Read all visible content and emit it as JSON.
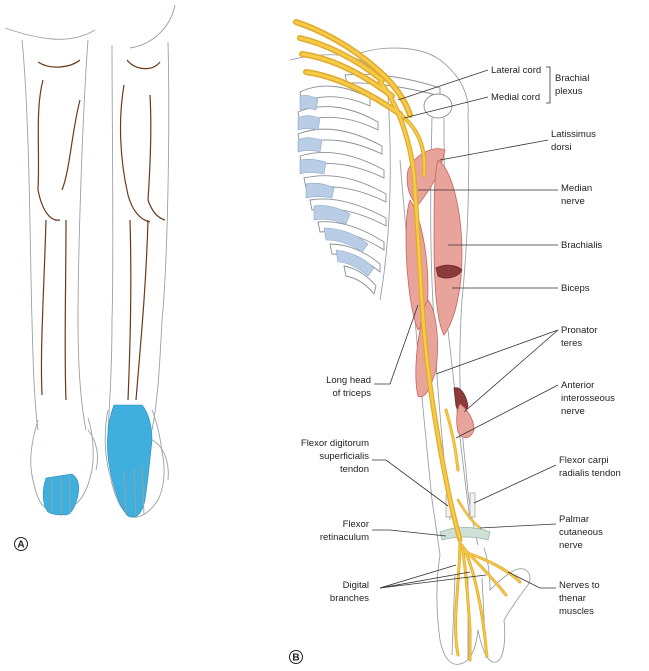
{
  "panels": {
    "a": "A",
    "b": "B"
  },
  "labels": {
    "lateral_cord": "Lateral cord",
    "medial_cord": "Medial cord",
    "brachial_plexus_1": "Brachial",
    "brachial_plexus_2": "plexus",
    "latissimus_1": "Latissimus",
    "latissimus_2": "dorsi",
    "median_1": "Median",
    "median_2": "nerve",
    "brachialis": "Brachialis",
    "biceps": "Biceps",
    "pronator_1": "Pronator",
    "pronator_2": "teres",
    "long_head_1": "Long head",
    "long_head_2": "of triceps",
    "anterior_1": "Anterior",
    "anterior_2": "interosseous",
    "anterior_3": "nerve",
    "fds_1": "Flexor digitorum",
    "fds_2": "superficialis",
    "fds_3": "tendon",
    "fcr_1": "Flexor carpi",
    "fcr_2": "radialis tendon",
    "flexor_ret_1": "Flexor",
    "flexor_ret_2": "retinaculum",
    "palmar_1": "Palmar",
    "palmar_2": "cutaneous",
    "palmar_3": "nerve",
    "digital_1": "Digital",
    "digital_2": "branches",
    "thenar_1": "Nerves to",
    "thenar_2": "thenar",
    "thenar_3": "muscles"
  },
  "colors": {
    "nerve": "#f6cb4a",
    "sensory_area": "#3fb0de",
    "muscle": "#e8a39b",
    "cartilage": "#b9cde6",
    "dermatome_line": "#6b3a1c"
  }
}
